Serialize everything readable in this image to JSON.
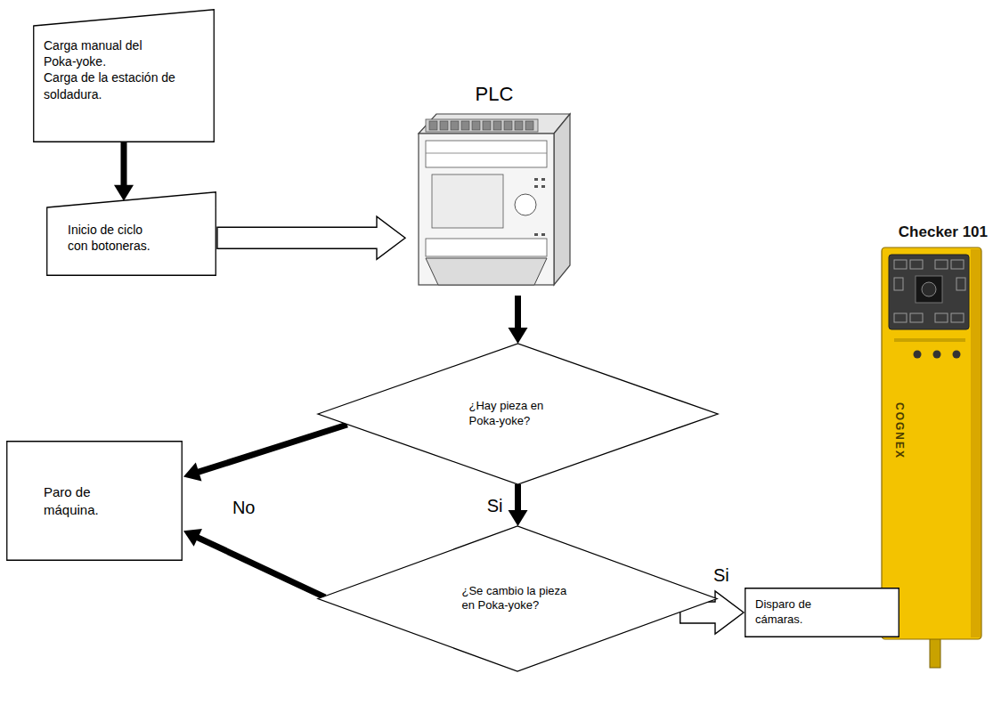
{
  "diagram": {
    "nodes": [
      {
        "text": [
          "Carga manual del Poka-yoke.",
          "Carga de la estación de soldadura."
        ]
      },
      {
        "text": [
          "Inicio de ciclo con botoneras."
        ]
      },
      {
        "text": [
          "PLC"
        ]
      },
      {
        "text": [
          "¿Hay pieza en Poka-yoke?"
        ]
      },
      {
        "text": [
          "Paro de máquina."
        ]
      },
      {
        "text": [
          "¿Se cambio la pieza en Poka-yoke?"
        ]
      },
      {
        "text": [
          "Disparo de cámaras."
        ]
      }
    ],
    "edges": [
      {
        "from": 0,
        "to": 1,
        "arrow": "to"
      },
      {
        "from": 1,
        "to": 2,
        "arrow": "to"
      },
      {
        "from": 2,
        "to": 3,
        "arrow": "to"
      },
      {
        "from": 3,
        "to": 5,
        "arrow": "to",
        "label": "Si"
      },
      {
        "from": 3,
        "to": 4,
        "arrow": "to",
        "label": "No"
      },
      {
        "from": 5,
        "to": 4,
        "arrow": "to"
      },
      {
        "from": 5,
        "to": 6,
        "arrow": "to",
        "label": "Si"
      }
    ],
    "labels": [
      "Checker 101",
      "COGNEX"
    ]
  }
}
